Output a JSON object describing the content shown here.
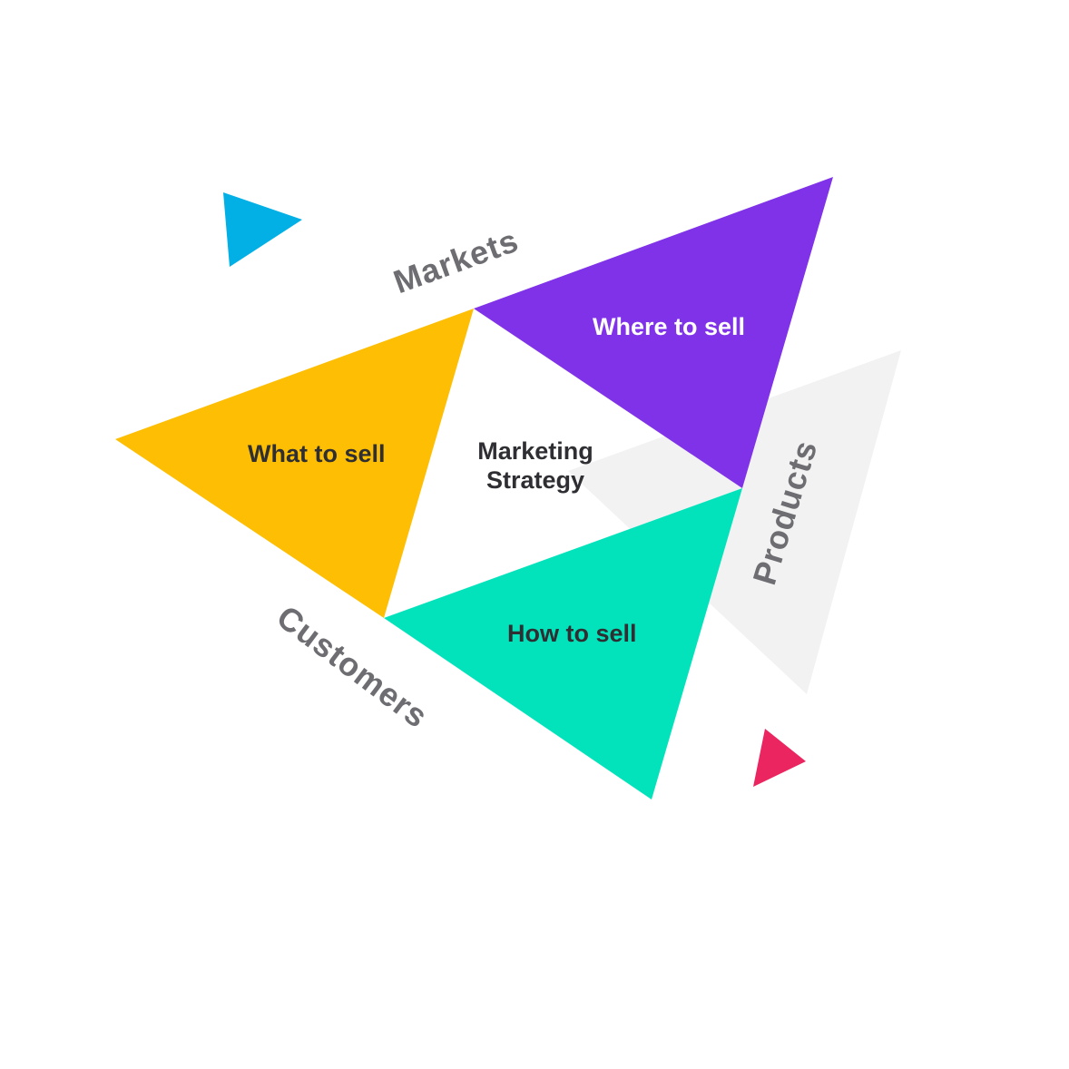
{
  "diagram": {
    "center_label": [
      "Marketing",
      "Strategy"
    ],
    "segments": {
      "what": {
        "label": "What to sell",
        "color": "#fdbe03"
      },
      "where": {
        "label": "Where to sell",
        "color": "#7f32e8"
      },
      "how": {
        "label": "How to sell",
        "color": "#03e3bb"
      }
    },
    "sides": {
      "markets": "Markets",
      "customers": "Customers",
      "products": "Products"
    },
    "colors": {
      "background_triangle": "#f2f2f2",
      "accent_blue": "#02b0e5",
      "accent_pink": "#ea2560",
      "label_dark": "#2f2f33",
      "label_gray": "#6d6d72"
    }
  }
}
